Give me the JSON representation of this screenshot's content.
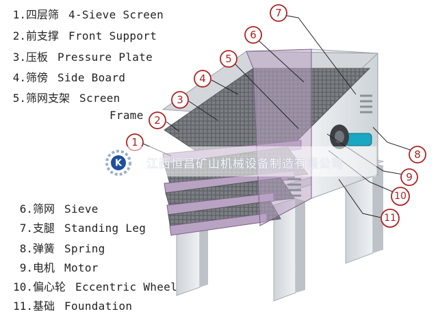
{
  "legend_top": [
    {
      "num": "1.",
      "zh": "四层筛",
      "en": "4-Sieve Screen"
    },
    {
      "num": "2.",
      "zh": "前支撑",
      "en": "Front Support"
    },
    {
      "num": "3.",
      "zh": "压板",
      "en": "Pressure Plate"
    },
    {
      "num": "4.",
      "zh": "筛傍",
      "en": "Side Board"
    },
    {
      "num": "5.",
      "zh": "筛网支架",
      "en": "Screen"
    }
  ],
  "legend_top_cont": "Frame",
  "legend_bottom": [
    {
      "num": "6.",
      "zh": "筛网",
      "en": "Sieve"
    },
    {
      "num": "7.",
      "zh": "支腿",
      "en": "Standing Leg"
    },
    {
      "num": "8.",
      "zh": "弹簧",
      "en": "Spring"
    },
    {
      "num": "9.",
      "zh": "电机",
      "en": "Motor"
    },
    {
      "num": "10.",
      "zh": "偏心轮",
      "en": "Eccentric Wheel"
    },
    {
      "num": "11.",
      "zh": "基础",
      "en": "Foundation"
    }
  ],
  "callouts": [
    "1",
    "2",
    "3",
    "4",
    "5",
    "6",
    "7",
    "8",
    "9",
    "10",
    "11"
  ],
  "watermark": "江西恒昌矿山机械设备制造有限公司",
  "logo_letter": "K",
  "colors": {
    "callout": "#b02020",
    "frame": "#b9a3c3",
    "mesh": "#6a6e72",
    "body": "#e4e8ec"
  }
}
